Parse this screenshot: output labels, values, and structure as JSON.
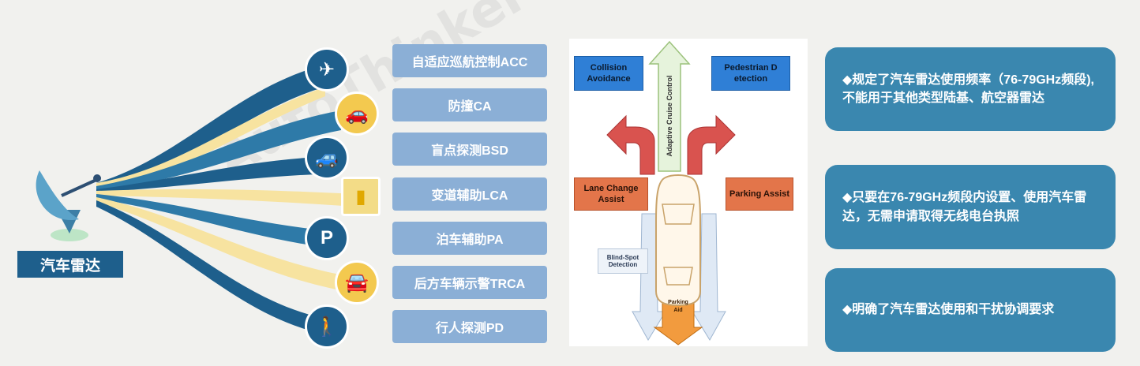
{
  "radar_label": "汽车雷达",
  "features": [
    {
      "label": "自适应巡航控制ACC",
      "icon": "cruise-road-icon"
    },
    {
      "label": "防撞CA",
      "icon": "collision-cars-icon"
    },
    {
      "label": "盲点探测BSD",
      "icon": "blind-spot-car-icon"
    },
    {
      "label": "变道辅助LCA",
      "icon": "lane-change-icon"
    },
    {
      "label": "泊车辅助PA",
      "icon": "parking-icon"
    },
    {
      "label": "后方车辆示警TRCA",
      "icon": "rear-collision-icon"
    },
    {
      "label": "行人探测PD",
      "icon": "pedestrian-icon"
    }
  ],
  "diagram": {
    "collision": "Collision Avoidance",
    "pedestrian": "Pedestrian D etection",
    "cruise": "Adaptive Cruise Control",
    "lane_change": "Lane Change Assist",
    "parking_assist": "Parking Assist",
    "blind_spot": "Blind-Spot Detection",
    "parking_aid": "Parking Aid"
  },
  "info": [
    "◆规定了汽车雷达使用频率（76-79GHz频段),不能用于其他类型陆基、航空器雷达",
    "◆只要在76-79GHz频段内设置、使用汽车雷达，无需申请取得无线电台执照",
    "◆明确了汽车雷达使用和干扰协调要求"
  ],
  "colors": {
    "dark_blue": "#1e5f8c",
    "mid_blue": "#3a87af",
    "light_blue": "#8bafd6",
    "yellow": "#f3c94f",
    "light_yellow": "#f7e3a0"
  }
}
